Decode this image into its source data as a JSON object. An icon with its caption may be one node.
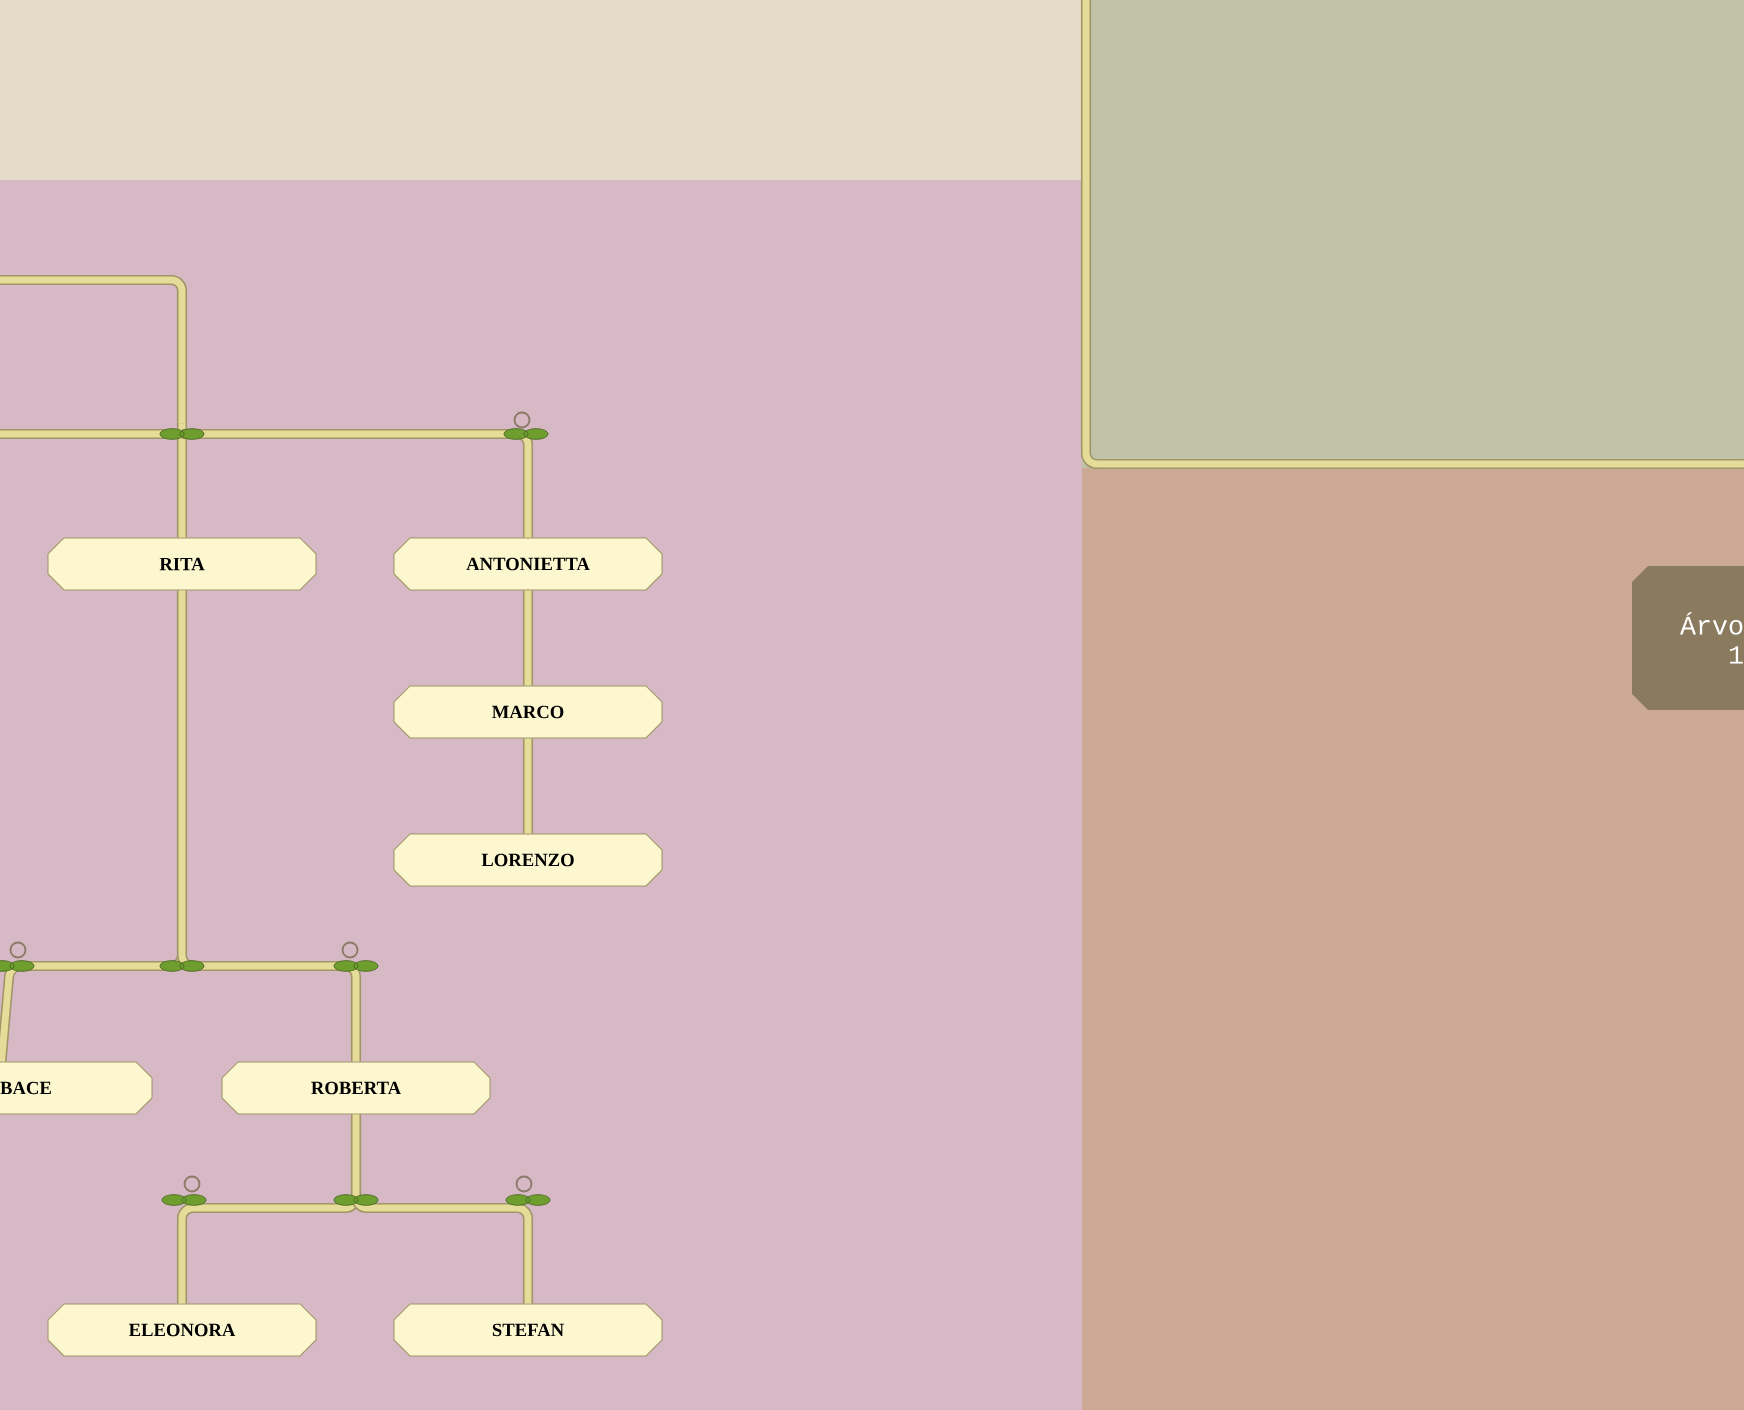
{
  "diagram": {
    "nodes": [
      {
        "text": [
          "RITA"
        ]
      },
      {
        "text": [
          "ANTONIETTA"
        ]
      },
      {
        "text": [
          "MARCO"
        ]
      },
      {
        "text": [
          "LORENZO"
        ]
      },
      {
        "text": [
          "BACE"
        ]
      },
      {
        "text": [
          "ROBERTA"
        ]
      },
      {
        "text": [
          "ELEONORA"
        ]
      },
      {
        "text": [
          "STEFAN"
        ]
      },
      {
        "text": [
          "Árvo",
          "1"
        ]
      }
    ],
    "edges": [
      {
        "from": null,
        "to": 0,
        "arrow": "none"
      },
      {
        "from": null,
        "to": 1,
        "arrow": "none"
      },
      {
        "from": 1,
        "to": 2,
        "arrow": "none"
      },
      {
        "from": 2,
        "to": 3,
        "arrow": "none"
      },
      {
        "from": 0,
        "to": 4,
        "arrow": "none"
      },
      {
        "from": 0,
        "to": 5,
        "arrow": "none"
      },
      {
        "from": 5,
        "to": 6,
        "arrow": "none"
      },
      {
        "from": 5,
        "to": 7,
        "arrow": "none"
      }
    ]
  }
}
